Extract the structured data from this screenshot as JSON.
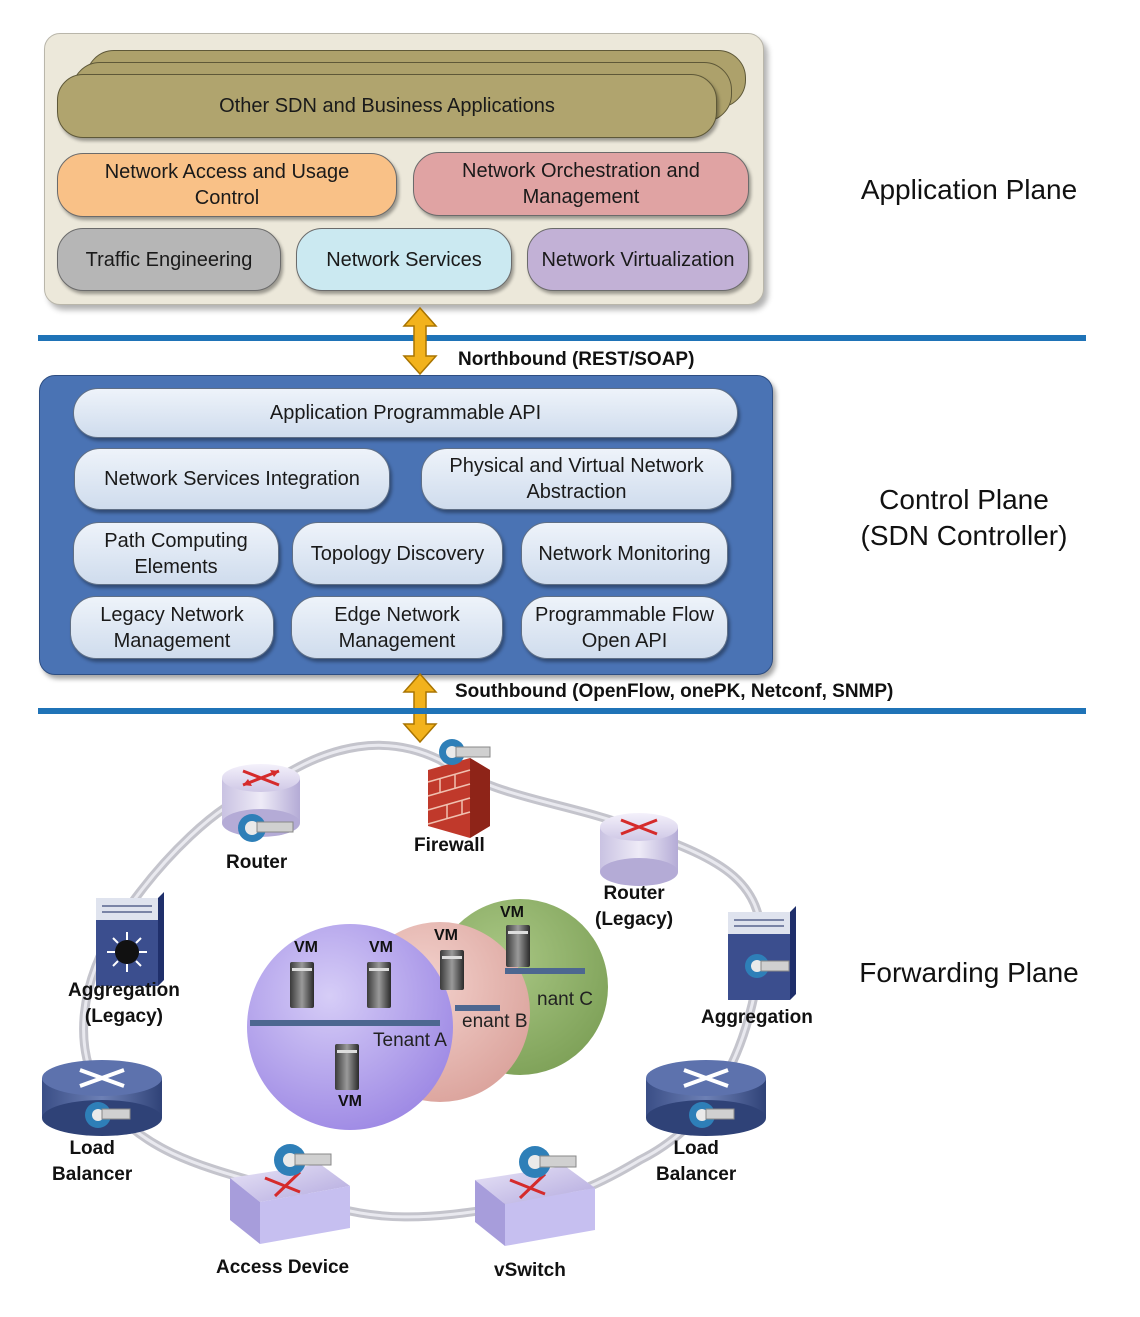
{
  "application_plane": {
    "label": "Application Plane",
    "other_apps": "Other SDN and Business Applications",
    "access_control": "Network Access and Usage Control",
    "orchestration": "Network Orchestration and Management",
    "traffic_engineering": "Traffic Engineering",
    "network_services": "Network Services",
    "network_virtualization": "Network Virtualization"
  },
  "northbound_label": "Northbound (REST/SOAP)",
  "control_plane": {
    "label_line1": "Control Plane",
    "label_line2": "(SDN Controller)",
    "app_api": "Application Programmable API",
    "services_integration": "Network Services Integration",
    "abstraction": "Physical and Virtual Network Abstraction",
    "path_computing": "Path Computing Elements",
    "topology_discovery": "Topology Discovery",
    "network_monitoring": "Network Monitoring",
    "legacy_mgmt": "Legacy Network Management",
    "edge_mgmt": "Edge Network Management",
    "flow_api": "Programmable Flow Open API"
  },
  "southbound_label": "Southbound (OpenFlow, onePK, Netconf, SNMP)",
  "forwarding_plane": {
    "label": "Forwarding Plane",
    "devices": {
      "router": "Router",
      "firewall": "Firewall",
      "router_legacy_1": "Router",
      "router_legacy_2": "(Legacy)",
      "aggregation_legacy_1": "Aggregation",
      "aggregation_legacy_2": "(Legacy)",
      "aggregation": "Aggregation",
      "load_balancer_left_1": "Load",
      "load_balancer_left_2": "Balancer",
      "load_balancer_right_1": "Load",
      "load_balancer_right_2": "Balancer",
      "access_device": "Access Device",
      "vswitch": "vSwitch"
    },
    "tenants": {
      "a": "Tenant A",
      "b": "enant B",
      "c": "nant C"
    },
    "vm": "VM"
  },
  "colors": {
    "separator": "#1f73b7",
    "control_box": "#4a73b4",
    "arrow": "#f2b21c",
    "app_panel": "#ece8da",
    "other_apps": "#b0a46e",
    "access_control": "#f9c187",
    "orchestration": "#e0a3a3",
    "traffic_engineering": "#b6b6b6",
    "network_services": "#cbe9f1",
    "network_virtualization": "#c2b1d6",
    "tenant_a": "#b8a6ee",
    "tenant_b": "#eab6b0",
    "tenant_c": "#8fb36a"
  }
}
